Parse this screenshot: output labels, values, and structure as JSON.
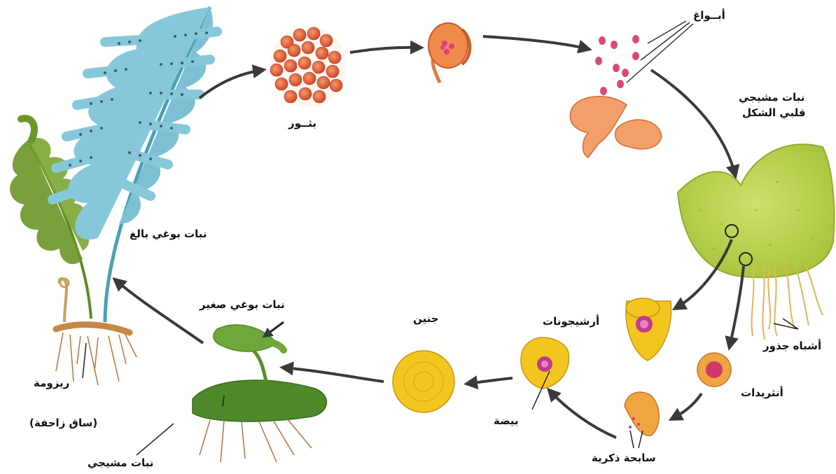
{
  "labels": {
    "sori": "بثــور",
    "spores": "أبــواغ",
    "prothallus_line1": "نبات مشيجي",
    "prothallus_line2": "قلبي الشكل",
    "mature_sporophyte": "نبات بوغي بالغ",
    "archegonia": "أرشيجونات",
    "rhizoids": "أشباه جذور",
    "antheridia": "أنثريدات",
    "sperm": "سابحة ذكرية",
    "egg": "بيضة",
    "embryo": "جنين",
    "young_sporophyte": "نبات بوغي صغير",
    "rhizome": "ريزومة",
    "creeping_stem": "(ساق زاحفة)",
    "gametophyte": "نبات  مشيجي"
  },
  "colors": {
    "arrow": "#3a3a3a",
    "frond_blue": "#7ec4d8",
    "frond_green": "#6f9a2c",
    "sori_orange": "#e0623a",
    "spore_pink": "#d94a72",
    "prothallus": "#b7cf4d",
    "cell_yellow": "#f2c61f",
    "cell_orange": "#f0a640",
    "root_brown": "#b9733a"
  }
}
